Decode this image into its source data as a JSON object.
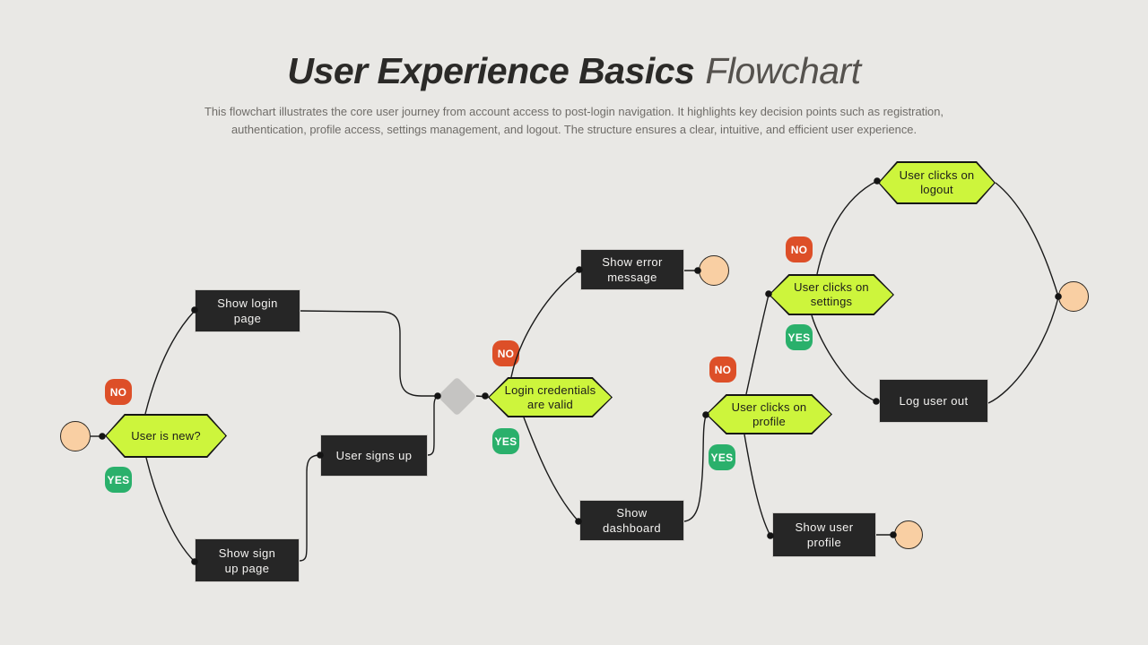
{
  "slide": {
    "title_primary": "User Experience Basics",
    "title_secondary": "Flowchart",
    "subtitle": "This flowchart illustrates the core user journey from account access to post-login navigation. It highlights key decision points such as registration, authentication, profile access, settings management, and logout. The structure ensures a clear, intuitive, and efficient user experience."
  },
  "flow": {
    "process_nodes": [
      {
        "id": "show-login-page",
        "label": "Show login\npage"
      },
      {
        "id": "show-sign-up-page",
        "label": "Show sign\nup page"
      },
      {
        "id": "user-signs-up",
        "label": "User signs up"
      },
      {
        "id": "show-error-message",
        "label": "Show error\nmessage"
      },
      {
        "id": "show-dashboard",
        "label": "Show\ndashboard"
      },
      {
        "id": "show-user-profile",
        "label": "Show user\nprofile"
      },
      {
        "id": "log-user-out",
        "label": "Log user out"
      }
    ],
    "decision_nodes": [
      {
        "id": "user-is-new",
        "label": "User is new?"
      },
      {
        "id": "login-credentials-are-valid",
        "label": "Login credentials\nare valid"
      },
      {
        "id": "user-clicks-on-profile",
        "label": "User clicks on\nprofile"
      },
      {
        "id": "user-clicks-on-settings",
        "label": "User clicks on\nsettings"
      },
      {
        "id": "user-clicks-on-logout",
        "label": "User clicks on\nlogout"
      }
    ],
    "branch_labels": [
      {
        "decision": "user-is-new",
        "label": "NO"
      },
      {
        "decision": "user-is-new",
        "label": "YES"
      },
      {
        "decision": "login-credentials-are-valid",
        "label": "NO"
      },
      {
        "decision": "login-credentials-are-valid",
        "label": "YES"
      },
      {
        "decision": "user-clicks-on-profile",
        "label": "NO"
      },
      {
        "decision": "user-clicks-on-profile",
        "label": "YES"
      },
      {
        "decision": "user-clicks-on-settings",
        "label": "NO"
      },
      {
        "decision": "user-clicks-on-settings",
        "label": "YES"
      }
    ],
    "edges": [
      "start -> User is new?",
      "User is new? -NO-> Show login page",
      "User is new? -YES-> Show sign up page",
      "Show sign up page -> User signs up",
      "Show login page -> merge",
      "User signs up -> merge",
      "merge -> Login credentials are valid",
      "Login credentials are valid -NO-> Show error message",
      "Show error message -> end",
      "Login credentials are valid -YES-> Show dashboard",
      "Show dashboard -> User clicks on profile",
      "User clicks on profile -NO-> User clicks on settings",
      "User clicks on profile -YES-> Show user profile",
      "Show user profile -> end",
      "User clicks on settings -NO-> User clicks on logout",
      "User clicks on settings -YES-> Log user out",
      "User clicks on logout -> end",
      "Log user out -> end"
    ]
  },
  "colors": {
    "background": "#e9e8e5",
    "node_dark": "#262626",
    "decision_green": "#cdf53c",
    "badge_no_orange": "#dd4f28",
    "badge_yes_green": "#2ab06b",
    "terminal_peach": "#f9cfa3",
    "merge_gray": "#c5c4c2",
    "connector_black": "#1a1a1a"
  }
}
